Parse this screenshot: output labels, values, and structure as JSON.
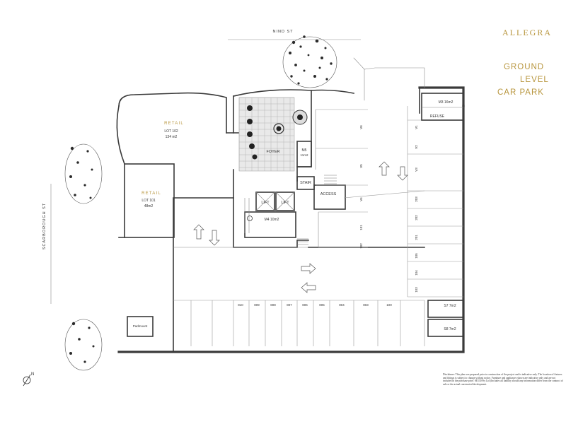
{
  "brand": {
    "name": "ALLEGRA"
  },
  "title": {
    "line1": "GROUND",
    "line2": "LEVEL",
    "line3": "CAR PARK"
  },
  "streets": {
    "north": "NIND ST",
    "west": "SCARBOROUGH ST"
  },
  "rooms": {
    "retail_102": {
      "name": "RETAIL",
      "lot": "LOT 102",
      "area": "134 m2"
    },
    "retail_101": {
      "name": "RETAIL",
      "lot": "LOT 101",
      "area": "48m2"
    },
    "foyer": "FOYER",
    "lift_a": "LIFT",
    "lift_b": "LIFT",
    "stair": "STAIR",
    "access": "ACCESS",
    "m4": "M4 10m2",
    "m5": "M5",
    "m5_area": "11m2",
    "m3": "M3 16m2",
    "refuse": "REFUSE",
    "s7": "S7 7m2",
    "s8": "S8 7m2",
    "padmount": "Padmount"
  },
  "bays": {
    "bottom_row": [
      "810",
      "809",
      "808",
      "807",
      "806",
      "805",
      "804",
      "803",
      "100"
    ],
    "middle_col": [
      "V6",
      "V5",
      "V4",
      "101",
      "102"
    ],
    "right_col": [
      "V1",
      "V2",
      "V3",
      "203",
      "202",
      "201",
      "105",
      "104",
      "103"
    ]
  },
  "compass": {
    "label": "N"
  },
  "disclaimer": "Disclaimer: This plan was prepared prior to construction of the project and is indicative only. The location of fixtures and fittings is subject to change without notice. Furniture and appliances shown are indicative only and are not included in the purchase price. SE130 Pty Ltd (Includes all liability should any information differ from the contract of sale or the actual constructed development."
}
